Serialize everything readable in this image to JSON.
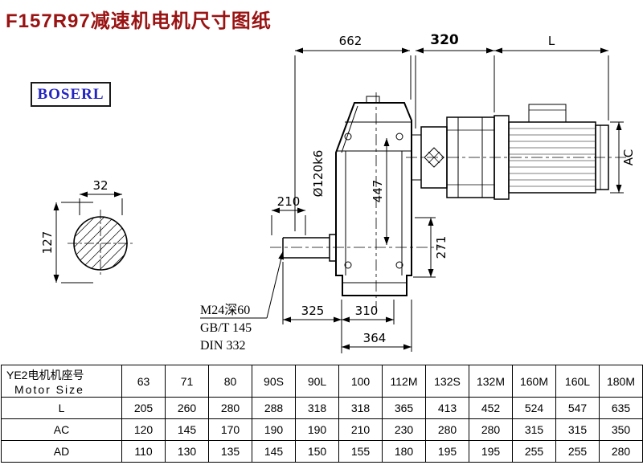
{
  "title": "F157R97减速机电机尺寸图纸",
  "logo": "BOSERL",
  "colors": {
    "title_text": "#9a1313",
    "logo_text": "#2323c2",
    "line": "#000000"
  },
  "drawing": {
    "dims": {
      "d662": "662",
      "d320": "320",
      "dL": "L",
      "dAC": "AC",
      "d32": "32",
      "d127": "127",
      "d210": "210",
      "d120k6": "Ø120k6",
      "d447": "447",
      "d271": "271",
      "d325": "325",
      "d310": "310",
      "d364": "364"
    },
    "notes": [
      "M24深60",
      "GB/T 145",
      "DIN 332"
    ]
  },
  "table": {
    "header_line1": "YE2电机机座号",
    "header_line2": "Motor Size",
    "columns": [
      "63",
      "71",
      "80",
      "90S",
      "90L",
      "100",
      "112M",
      "132S",
      "132M",
      "160M",
      "160L",
      "180M"
    ],
    "rows": [
      {
        "label": "L",
        "values": [
          "205",
          "260",
          "280",
          "288",
          "318",
          "318",
          "365",
          "413",
          "452",
          "524",
          "547",
          "635"
        ]
      },
      {
        "label": "AC",
        "values": [
          "120",
          "145",
          "170",
          "190",
          "190",
          "210",
          "230",
          "280",
          "280",
          "315",
          "315",
          "350"
        ]
      },
      {
        "label": "AD",
        "values": [
          "110",
          "130",
          "135",
          "145",
          "150",
          "155",
          "180",
          "195",
          "195",
          "255",
          "255",
          "280"
        ]
      }
    ]
  }
}
